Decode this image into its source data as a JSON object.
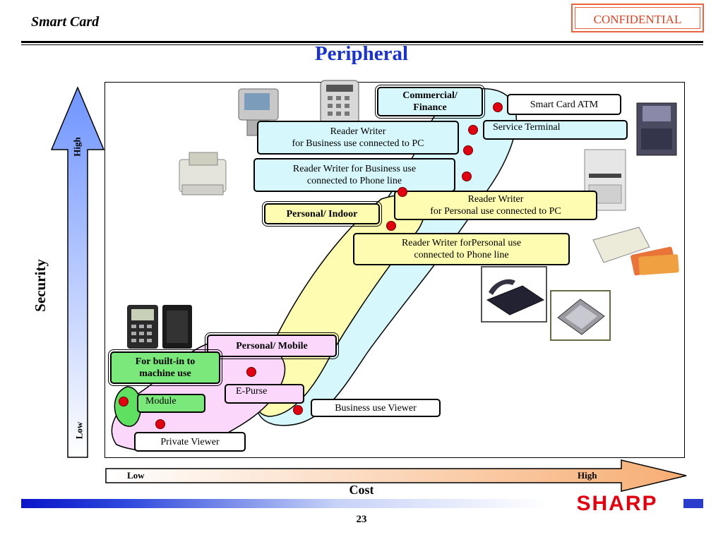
{
  "header": {
    "title": "Smart Card",
    "confidential": "CONFIDENTIAL",
    "page_title": "Peripheral"
  },
  "axes": {
    "y_label": "Security",
    "y_high": "High",
    "y_low": "Low",
    "x_label": "Cost",
    "x_low": "Low",
    "x_high": "High"
  },
  "categories": {
    "commercial": "Commercial/ Finance",
    "personal_indoor": "Personal/ Indoor",
    "personal_mobile": "Personal/ Mobile",
    "builtin": "For built-in to machine use"
  },
  "devices": {
    "atm": "Smart Card ATM",
    "service_terminal": "Service Terminal",
    "rw_business_pc": [
      "Reader Writer",
      "for Business use connected to PC"
    ],
    "rw_business_phone": [
      "Reader Writer for Business use",
      "connected to Phone line"
    ],
    "rw_personal_pc": [
      "Reader Writer",
      "for Personal use connected to PC"
    ],
    "rw_personal_phone": [
      "Reader Writer forPersonal use",
      "connected to Phone line"
    ],
    "business_viewer": "Business use Viewer",
    "epurse": "E-Purse",
    "module": "Module",
    "private_viewer": "Private Viewer"
  },
  "images": [
    "kiosk-terminal",
    "handheld-reader",
    "cash-register",
    "atm-machine",
    "desktop-reader-writer",
    "card-reader-with-cards",
    "telephone",
    "pc-card",
    "handheld-purse"
  ],
  "footer": {
    "logo": "SHARP",
    "page_number": "23"
  },
  "colors": {
    "title_blue": "#1a33cc",
    "confidential_red": "#e04020",
    "dot_red": "#e00010",
    "commercial_cyan": "#d6f8fd",
    "indoor_yellow": "#fdfcb0",
    "mobile_pink": "#fbd8fb",
    "module_green": "#60e060"
  }
}
